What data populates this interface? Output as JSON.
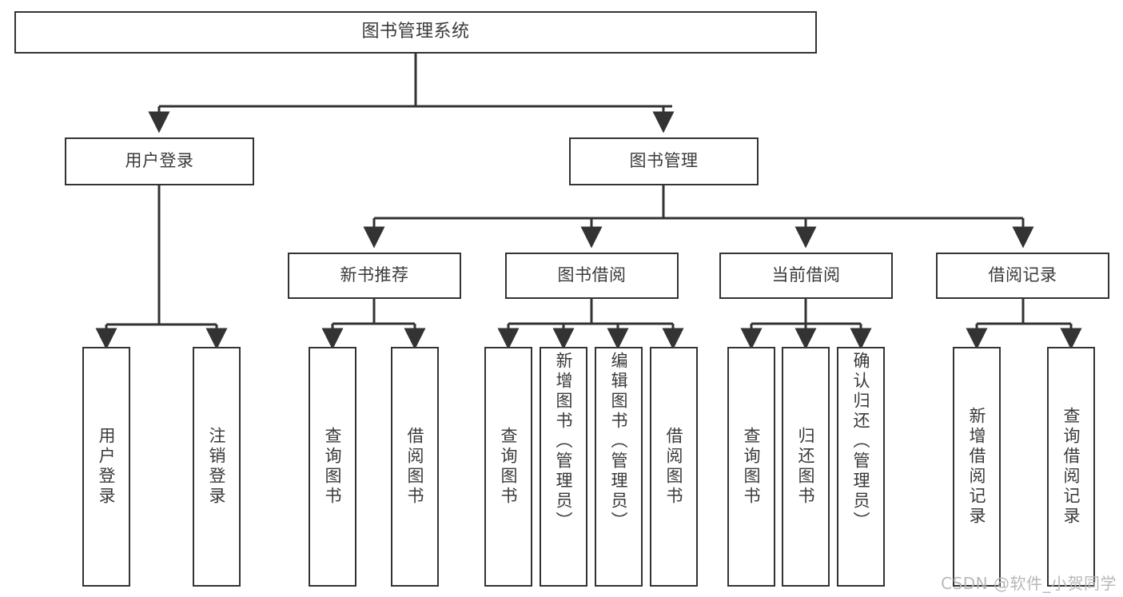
{
  "diagram": {
    "type": "tree-hierarchy-chart",
    "title": "图书管理系统",
    "watermark": "CSDN @软件_小贺同学",
    "colors": {
      "box_border": "#333333",
      "box_fill": "#ffffff",
      "connector": "#333333",
      "text": "#3a3a3a",
      "watermark": "#b8b8b8",
      "background": "#ffffff"
    },
    "levels": [
      {
        "level": 1,
        "nodes": [
          {
            "id": "root",
            "label": "图书管理系统",
            "orientation": "horizontal"
          }
        ]
      },
      {
        "level": 2,
        "nodes": [
          {
            "id": "user-login",
            "label": "用户登录",
            "orientation": "horizontal",
            "parent": "root"
          },
          {
            "id": "book-manage",
            "label": "图书管理",
            "orientation": "horizontal",
            "parent": "root"
          }
        ]
      },
      {
        "level": 3,
        "nodes": [
          {
            "id": "new-book-rec",
            "label": "新书推荐",
            "orientation": "horizontal",
            "parent": "book-manage"
          },
          {
            "id": "book-borrow",
            "label": "图书借阅",
            "orientation": "horizontal",
            "parent": "book-manage"
          },
          {
            "id": "current-borrow",
            "label": "当前借阅",
            "orientation": "horizontal",
            "parent": "book-manage"
          },
          {
            "id": "borrow-record",
            "label": "借阅记录",
            "orientation": "horizontal",
            "parent": "book-manage"
          }
        ]
      },
      {
        "level": 4,
        "nodes": [
          {
            "id": "leaf-user-login",
            "label": "用户登录",
            "orientation": "vertical",
            "parent": "user-login"
          },
          {
            "id": "leaf-user-logout",
            "label": "注销登录",
            "orientation": "vertical",
            "parent": "user-login"
          },
          {
            "id": "leaf-query-book-1",
            "label": "查询图书",
            "orientation": "vertical",
            "parent": "new-book-rec"
          },
          {
            "id": "leaf-borrow-book-1",
            "label": "借阅图书",
            "orientation": "vertical",
            "parent": "new-book-rec"
          },
          {
            "id": "leaf-query-book-2",
            "label": "查询图书",
            "orientation": "vertical",
            "parent": "book-borrow"
          },
          {
            "id": "leaf-add-book",
            "label": "新增图书（管理员）",
            "orientation": "vertical",
            "parent": "book-borrow"
          },
          {
            "id": "leaf-edit-book",
            "label": "编辑图书（管理员）",
            "orientation": "vertical",
            "parent": "book-borrow"
          },
          {
            "id": "leaf-borrow-book-2",
            "label": "借阅图书",
            "orientation": "vertical",
            "parent": "book-borrow"
          },
          {
            "id": "leaf-query-book-3",
            "label": "查询图书",
            "orientation": "vertical",
            "parent": "current-borrow"
          },
          {
            "id": "leaf-return-book",
            "label": "归还图书",
            "orientation": "vertical",
            "parent": "current-borrow"
          },
          {
            "id": "leaf-confirm-return",
            "label": "确认归还（管理员）",
            "orientation": "vertical",
            "parent": "current-borrow"
          },
          {
            "id": "leaf-add-record",
            "label": "新增借阅记录",
            "orientation": "vertical",
            "parent": "borrow-record"
          },
          {
            "id": "leaf-query-record",
            "label": "查询借阅记录",
            "orientation": "vertical",
            "parent": "borrow-record"
          }
        ]
      }
    ]
  }
}
